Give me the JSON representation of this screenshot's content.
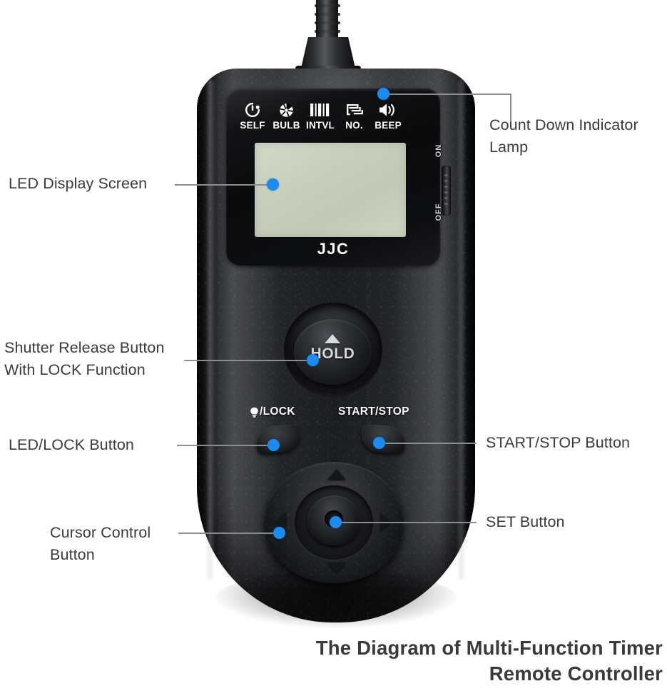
{
  "title": {
    "line1": "The Diagram of Multi-Function Timer",
    "line2": "Remote Controller",
    "full": "The Diagram of Multi-Function Timer\nRemote Controller"
  },
  "colors": {
    "marker_dot": "#1a8cf0",
    "leader_line": "#8b8d91",
    "label_text": "#3b3b3d",
    "title_text": "#3a3a3c",
    "lcd_screen": "#c8cfbd",
    "panel_black": "#0a0a0b",
    "body_dark": "#1b1d20",
    "background": "#ffffff"
  },
  "callouts": [
    {
      "id": "count-down-indicator-lamp",
      "text": "Count Down Indicator\nLamp",
      "side": "right"
    },
    {
      "id": "led-display-screen",
      "text": "LED Display Screen",
      "side": "left"
    },
    {
      "id": "shutter-release-button",
      "text": "Shutter Release Button\nWith LOCK Function",
      "side": "left"
    },
    {
      "id": "led-lock-button",
      "text": "LED/LOCK Button",
      "side": "left"
    },
    {
      "id": "start-stop-button",
      "text": "START/STOP Button",
      "side": "right"
    },
    {
      "id": "cursor-control-button",
      "text": "Cursor Control\nButton",
      "side": "left"
    },
    {
      "id": "set-button",
      "text": "SET Button",
      "side": "right"
    }
  ],
  "device": {
    "brand": "JJC",
    "mode_icons": [
      {
        "label": "SELF",
        "icon": "self-timer-icon"
      },
      {
        "label": "BULB",
        "icon": "aperture-icon"
      },
      {
        "label": "INTVL",
        "icon": "interval-bars-icon"
      },
      {
        "label": "NO.",
        "icon": "frame-stack-icon"
      },
      {
        "label": "BEEP",
        "icon": "speaker-icon"
      }
    ],
    "power_switch": {
      "on": "ON",
      "off": "OFF"
    },
    "shutter_button": {
      "label": "HOLD",
      "arrow": "up-arrow-icon"
    },
    "soft_keys": [
      {
        "id": "lock-key",
        "icon": "lightbulb-icon",
        "label": "/LOCK"
      },
      {
        "id": "start-stop-key",
        "icon": "",
        "label": "START/STOP"
      }
    ],
    "dpad": {
      "up": "up-arrow-icon",
      "down": "down-arrow-icon",
      "left": "left-arrow-icon",
      "right": "right-arrow-icon",
      "center": "set-button"
    },
    "lcd": {
      "content": ""
    }
  }
}
